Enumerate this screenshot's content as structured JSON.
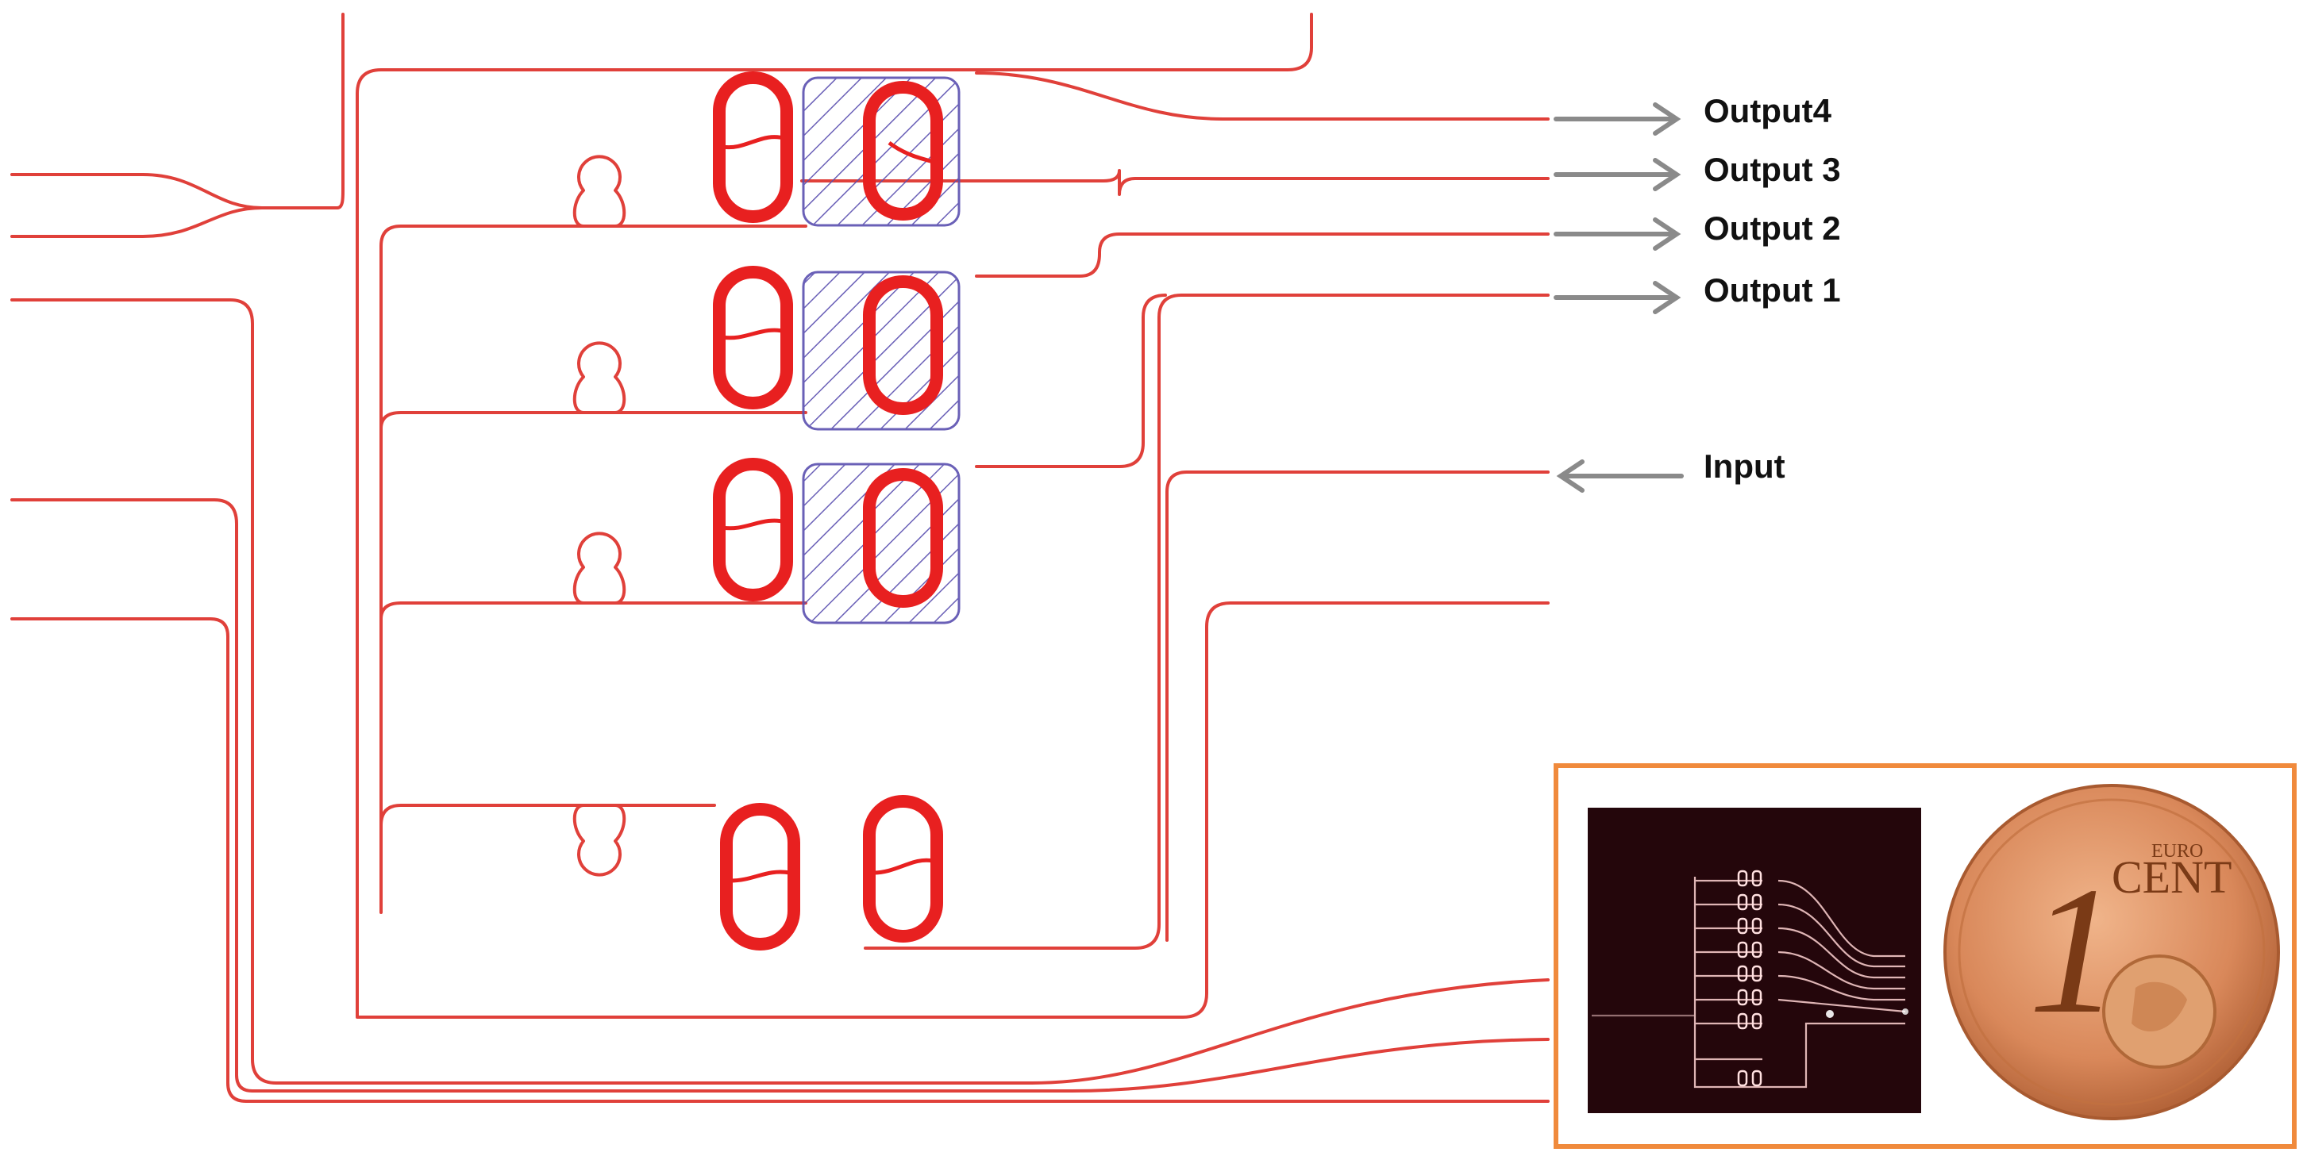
{
  "ports": {
    "output4": "Output4",
    "output3": "Output 3",
    "output2": "Output 2",
    "output1": "Output 1",
    "input": "Input"
  },
  "inset": {
    "coin": {
      "numeral": "1",
      "euro": "EURO",
      "cent": "CENT"
    }
  },
  "colors": {
    "waveguide": "#e0403a",
    "ring": "#e82020",
    "heater_hatch": "#5a4fb0",
    "arrow": "#8a8a8a",
    "inset_border": "#f08a3c",
    "chip_bg": "#1a0608",
    "coin": "#d9885a"
  },
  "icons": [
    "arrow-right-icon",
    "arrow-left-icon",
    "euro-coin-icon"
  ]
}
